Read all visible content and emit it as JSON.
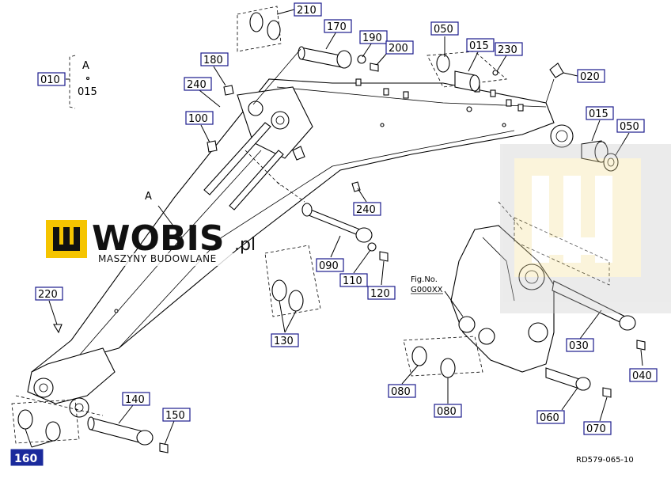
{
  "callouts": {
    "p210": "210",
    "p170": "170",
    "p190": "190",
    "p200": "200",
    "p050a": "050",
    "p015a": "015",
    "p230": "230",
    "p020": "020",
    "p180": "180",
    "p240a": "240",
    "p100": "100",
    "p015b": "015",
    "p050b": "050",
    "p010": "010",
    "p240b": "240",
    "p090": "090",
    "p110": "110",
    "p120": "120",
    "p220": "220",
    "p130": "130",
    "p030": "030",
    "p040": "040",
    "p080a": "080",
    "p080b": "080",
    "p060": "060",
    "p070": "070",
    "p140": "140",
    "p150": "150",
    "p160": "160"
  },
  "group_label": {
    "letter": "A",
    "sub": "015"
  },
  "arm_label": "A",
  "fig_ref": {
    "line1": "Fig.No.",
    "line2": "G000XX"
  },
  "watermark": {
    "brand": "WOBIS",
    "domain": ".pl",
    "tagline": "MASZYNY BUDOWLANE",
    "accent": "#f5c400"
  },
  "drawing_code": "RD579-065-10"
}
